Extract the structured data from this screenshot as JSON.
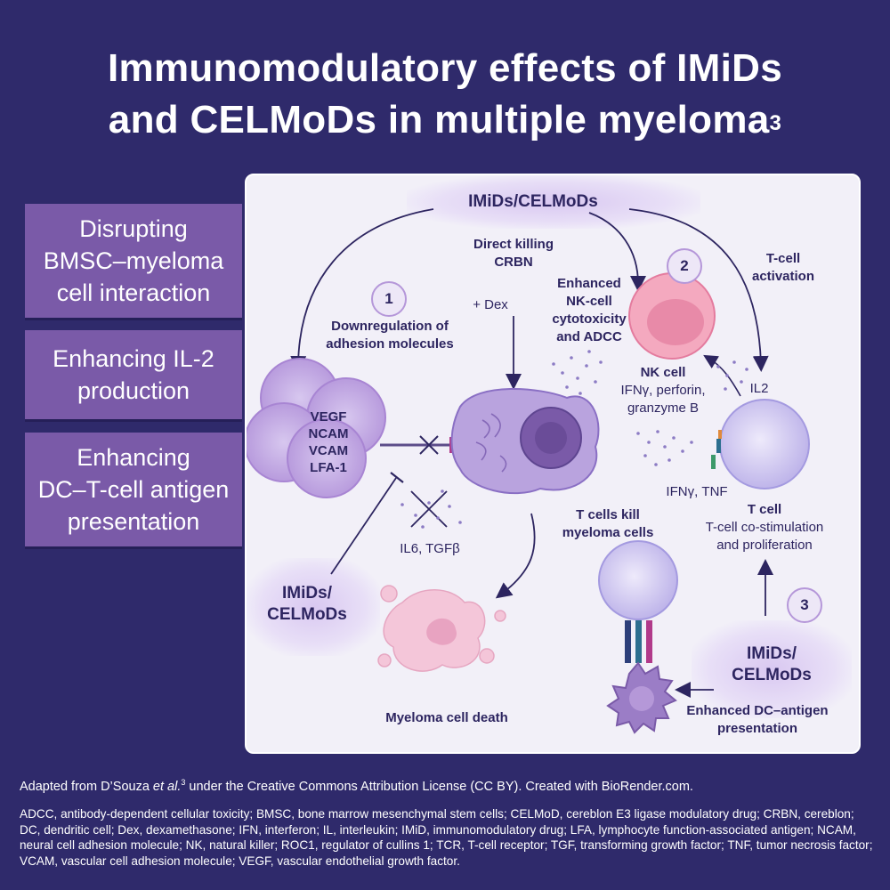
{
  "title": {
    "line1": "Immunomodulatory effects of IMiDs",
    "line2": "and CELMoDs in multiple myeloma",
    "ref": "3"
  },
  "sidebar": {
    "items": [
      {
        "lines": [
          "Disrupting",
          "BMSC–myeloma",
          "cell interaction"
        ]
      },
      {
        "lines": [
          "Enhancing IL-2",
          "production"
        ]
      },
      {
        "lines": [
          "Enhancing",
          "DC–T-cell antigen",
          "presentation"
        ]
      }
    ]
  },
  "diagram": {
    "top_drug": "IMiDs/CELMoDs",
    "direct_killing": [
      "Direct killing",
      "CRBN"
    ],
    "plus_dex": "+ Dex",
    "step1": "1",
    "step2": "2",
    "step3": "3",
    "downregulation": [
      "Downregulation of",
      "adhesion molecules"
    ],
    "enhanced_nk": [
      "Enhanced",
      "NK-cell",
      "cytotoxicity",
      "and ADCC"
    ],
    "tcell_activation": [
      "T-cell",
      "activation"
    ],
    "nk_cell": "NK cell",
    "nk_products": [
      "IFNγ, perforin,",
      "granzyme B"
    ],
    "il2": "IL2",
    "adhesion_molecules": [
      "VEGF",
      "NCAM",
      "VCAM",
      "LFA-1"
    ],
    "ifn_tnf": "IFNγ, TNF",
    "t_cell": "T cell",
    "t_cell_desc": [
      "T-cell co-stimulation",
      "and proliferation"
    ],
    "il6": "IL6, TGFβ",
    "tcells_kill": [
      "T cells kill",
      "myeloma cells"
    ],
    "lower_drug_left": [
      "IMiDs/",
      "CELMoDs"
    ],
    "lower_drug_right": [
      "IMiDs/",
      "CELMoDs"
    ],
    "myeloma_death": "Myeloma cell death",
    "dc_antigen": [
      "Enhanced DC–antigen",
      "presentation"
    ]
  },
  "footer": {
    "attribution_pre": "Adapted from D’Souza ",
    "attribution_em": "et al.",
    "attribution_ref": "3",
    "attribution_post": " under the Creative Commons Attribution License (CC BY). Created with BioRender.com.",
    "abbreviations": "ADCC, antibody-dependent cellular toxicity; BMSC, bone marrow mesenchymal stem cells; CELMoD, cereblon E3 ligase modulatory drug; CRBN, cereblon; DC, dendritic cell; Dex, dexamethasone; IFN, interferon; IL, interleukin; IMiD, immunomodulatory drug; LFA, lymphocyte function-associated antigen; NCAM, neural cell adhesion molecule; NK, natural killer; ROC1, regulator of cullins 1; TCR, T-cell receptor; TGF, transforming growth factor; TNF, tumor necrosis factor; VCAM, vascular cell adhesion molecule; VEGF, vascular endothelial growth factor."
  },
  "colors": {
    "background": "#2f2a6b",
    "sidebar": "#7a5aa8",
    "panel": "#f2f0f8",
    "text_dark": "#2d2560",
    "cell_purple": "#c9b3e6",
    "nk_pink": "#f4a9bf"
  }
}
